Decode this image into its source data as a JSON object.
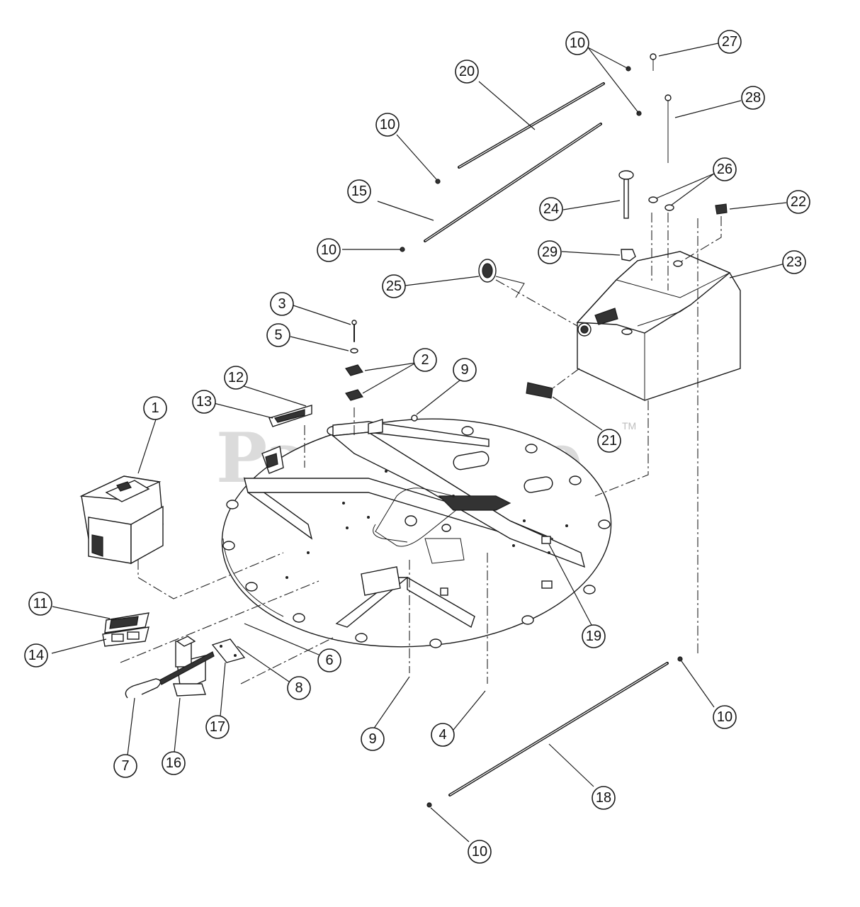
{
  "watermark": {
    "text": "PartsTree",
    "trademark": "TM"
  },
  "callouts": {
    "c1": "1",
    "c2": "2",
    "c3": "3",
    "c4": "4",
    "c5": "5",
    "c6": "6",
    "c7": "7",
    "c8": "8",
    "c9a": "9",
    "c9b": "9",
    "c10a": "10",
    "c10b": "10",
    "c10c": "10",
    "c10d": "10",
    "c10e": "10",
    "c11": "11",
    "c12": "12",
    "c13": "13",
    "c14": "14",
    "c15": "15",
    "c16": "16",
    "c17": "17",
    "c18": "18",
    "c19": "19",
    "c20": "20",
    "c21": "21",
    "c22": "22",
    "c23": "23",
    "c24": "24",
    "c25": "25",
    "c26": "26",
    "c27": "27",
    "c28": "28",
    "c29": "29"
  }
}
